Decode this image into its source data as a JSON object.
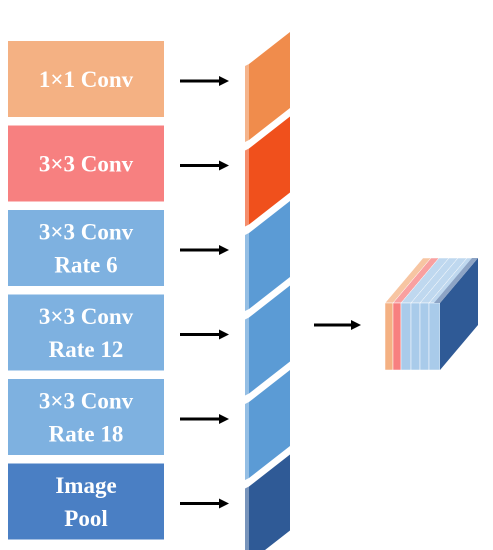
{
  "colors": {
    "conv1x1_box": "#f4b183",
    "conv3x3_box": "#f78080",
    "atrous_box": "#7eb1e0",
    "pool_box": "#4a7fc4",
    "conv1x1_feature": "#f08c4c",
    "conv3x3_feature": "#f0501c",
    "atrous_feature": "#5b9bd5",
    "pool_feature": "#2f5a96",
    "arrow": "#000000"
  },
  "branches": [
    {
      "lines": [
        "1×1 Conv"
      ],
      "box_color": "#f4b183",
      "feature_color": "#f08c4c"
    },
    {
      "lines": [
        "3×3 Conv"
      ],
      "box_color": "#f78080",
      "feature_color": "#f0501c"
    },
    {
      "lines": [
        "3×3 Conv",
        "Rate 6"
      ],
      "box_color": "#7eb1e0",
      "feature_color": "#5b9bd5"
    },
    {
      "lines": [
        "3×3 Conv",
        "Rate 12"
      ],
      "box_color": "#7eb1e0",
      "feature_color": "#5b9bd5"
    },
    {
      "lines": [
        "3×3 Conv",
        "Rate 18"
      ],
      "box_color": "#7eb1e0",
      "feature_color": "#5b9bd5"
    },
    {
      "lines": [
        "Image",
        "Pool"
      ],
      "box_color": "#4a7fc4",
      "feature_color": "#2f5a96"
    }
  ],
  "output_stack_colors": [
    "#f4b183",
    "#f78080",
    "#a9cbea",
    "#a9cbea",
    "#a9cbea",
    "#a9cbea"
  ],
  "output_block_color": "#2f5a96"
}
